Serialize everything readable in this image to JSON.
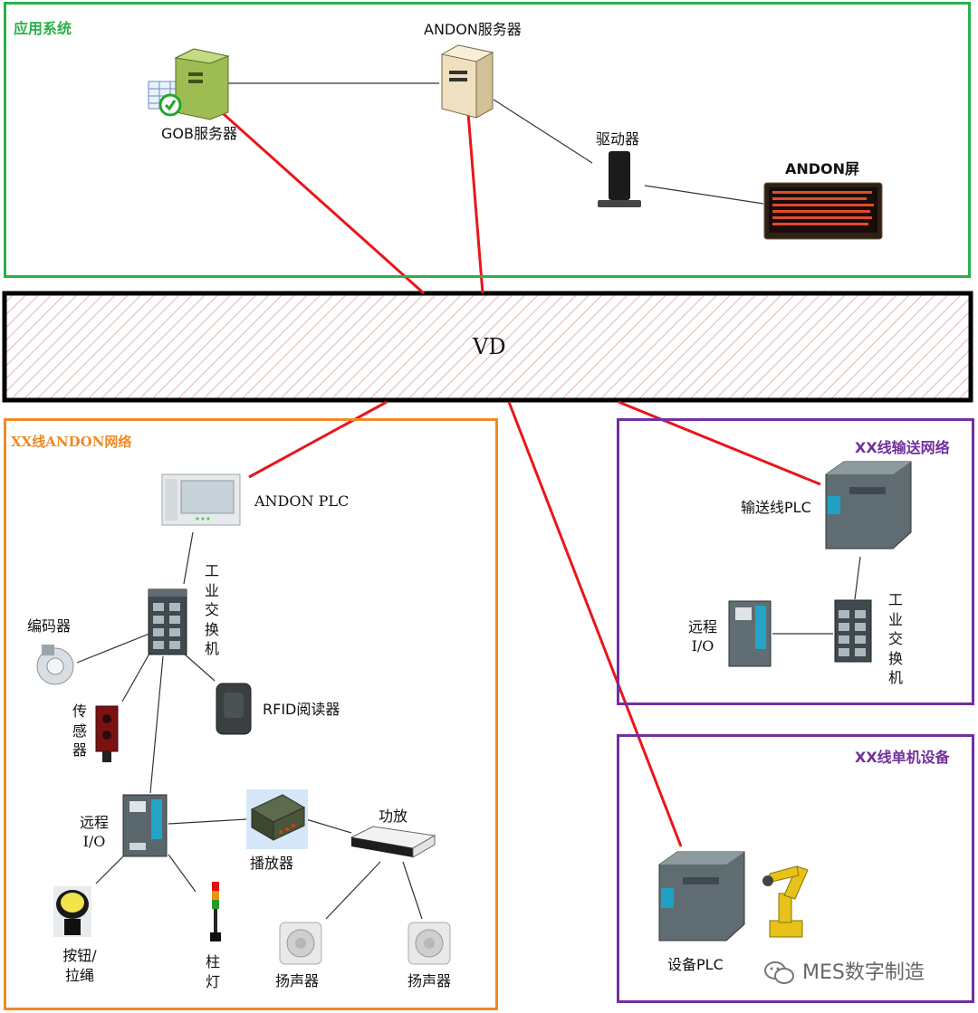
{
  "sections": {
    "app": {
      "title": "应用系统",
      "color": "#2ab04a"
    },
    "vd": {
      "label": "VD"
    },
    "andon_net": {
      "title": "XX线ANDON网络",
      "color": "#f08a24"
    },
    "conveyor_net": {
      "title": "XX线输送网络",
      "color": "#7030a0"
    },
    "standalone": {
      "title": "XX线单机设备",
      "color": "#7030a0"
    }
  },
  "nodes": {
    "andon_server": "ANDON服务器",
    "gob_server": "GOB服务器",
    "driver": "驱动器",
    "andon_screen": "ANDON屏",
    "andon_plc": "ANDON PLC",
    "industrial_switch_1": "工业交换机",
    "encoder": "编码器",
    "sensor": "传感器",
    "rfid_reader": "RFID阅读器",
    "remote_io_1": "远程I/O",
    "player": "播放器",
    "amplifier": "功放",
    "button_rope": "按钮/拉绳",
    "tower_light": "柱灯",
    "speaker_1": "扬声器",
    "speaker_2": "扬声器",
    "conveyor_plc": "输送线PLC",
    "remote_io_2": "远程I/O",
    "industrial_switch_2": "工业交换机",
    "equipment_plc": "设备PLC"
  },
  "watermark": "MES数字制造",
  "colors": {
    "link_red": "#e8161b",
    "link_gray": "#333333"
  },
  "icons": [
    "server-icon",
    "table-clock-icon",
    "mini-pc-icon",
    "led-display-icon",
    "plc-icon",
    "switch-icon",
    "encoder-icon",
    "photoelectric-sensor-icon",
    "rfid-reader-icon",
    "remote-io-icon",
    "player-icon",
    "amplifier-icon",
    "push-button-icon",
    "tower-light-icon",
    "speaker-icon",
    "robot-arm-icon",
    "wechat-icon"
  ]
}
